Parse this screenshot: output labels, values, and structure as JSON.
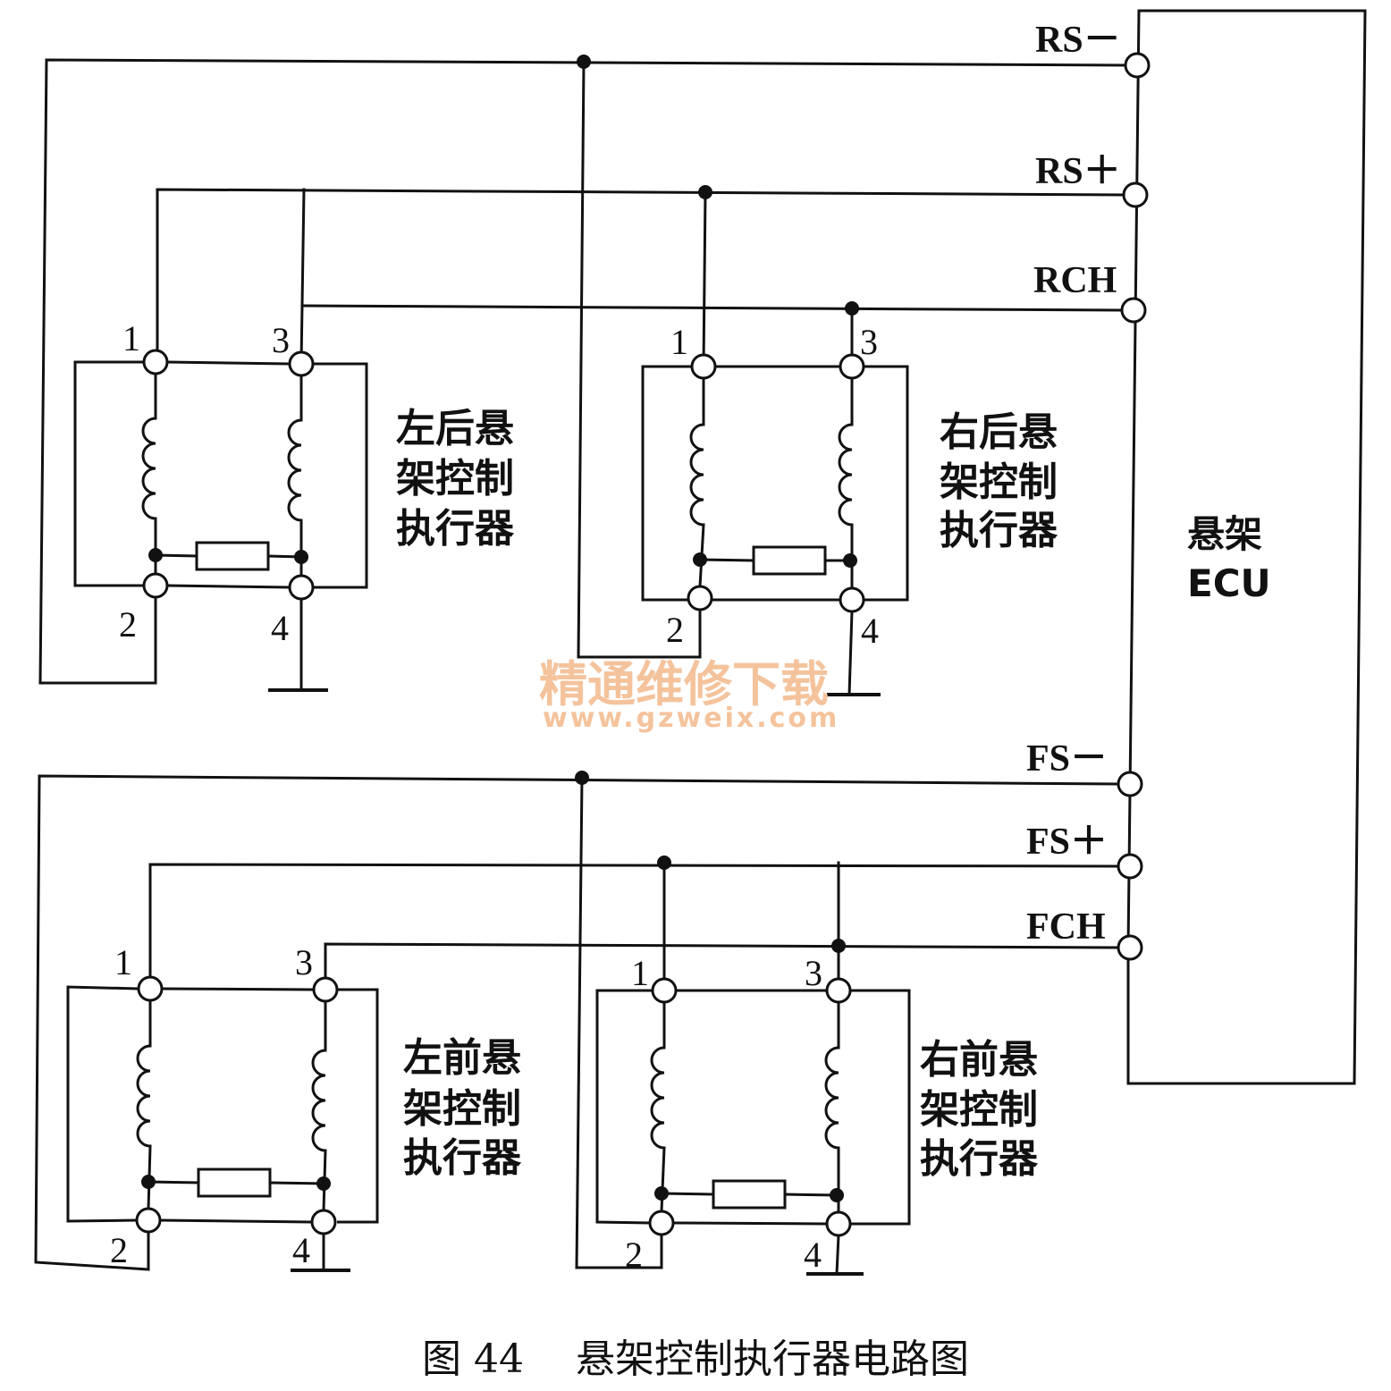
{
  "ecu": {
    "label_line1": "悬架",
    "label_line2": "ECU",
    "signals": [
      "RS－",
      "RS＋",
      "RCH",
      "FS－",
      "FS＋",
      "FCH"
    ]
  },
  "actuators": [
    {
      "id": "left-rear",
      "name": [
        "左后悬",
        "架控制",
        "执行器"
      ],
      "pins": [
        "1",
        "3",
        "2",
        "4"
      ]
    },
    {
      "id": "right-rear",
      "name": [
        "右后悬",
        "架控制",
        "执行器"
      ],
      "pins": [
        "1",
        "3",
        "2",
        "4"
      ]
    },
    {
      "id": "left-front",
      "name": [
        "左前悬",
        "架控制",
        "执行器"
      ],
      "pins": [
        "1",
        "3",
        "2",
        "4"
      ]
    },
    {
      "id": "right-front",
      "name": [
        "右前悬",
        "架控制",
        "执行器"
      ],
      "pins": [
        "1",
        "3",
        "2",
        "4"
      ]
    }
  ],
  "watermark": {
    "line1": "精通维修下载",
    "line2": "www.gzweix.com"
  },
  "caption": "图 44　 悬架控制执行器电路图",
  "colors": {
    "line": "#111111",
    "watermark": "#f3b98b"
  }
}
